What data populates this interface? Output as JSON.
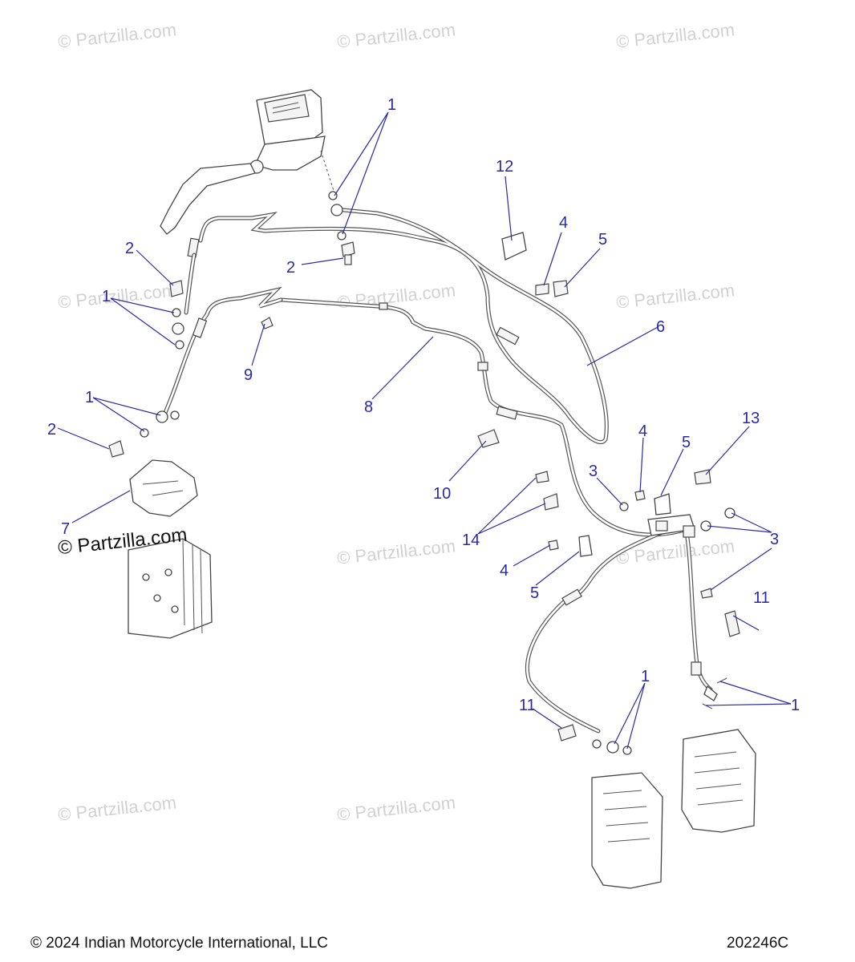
{
  "watermark_text": "© Partzilla.com",
  "brand_mark": "© Partzilla.com",
  "footer": {
    "copyright": "© 2024 Indian Motorcycle International, LLC",
    "drawing_number": "202246C"
  },
  "callouts": {
    "c1_top": "1",
    "c12": "12",
    "c4_top": "4",
    "c5_top": "5",
    "c2_left_upper": "2",
    "c2_center": "2",
    "c1_left_upper": "1",
    "c6": "6",
    "c9": "9",
    "c8": "8",
    "c1_left_lower": "1",
    "c2_left_lower": "2",
    "c13": "13",
    "c4_mid": "4",
    "c5_mid": "5",
    "c3_left": "3",
    "c10": "10",
    "c7": "7",
    "c14": "14",
    "c3_right": "3",
    "c4_low": "4",
    "c5_low": "5",
    "c11_right": "11",
    "c1_caliper": "1",
    "c1_right": "1",
    "c11_left": "11"
  }
}
